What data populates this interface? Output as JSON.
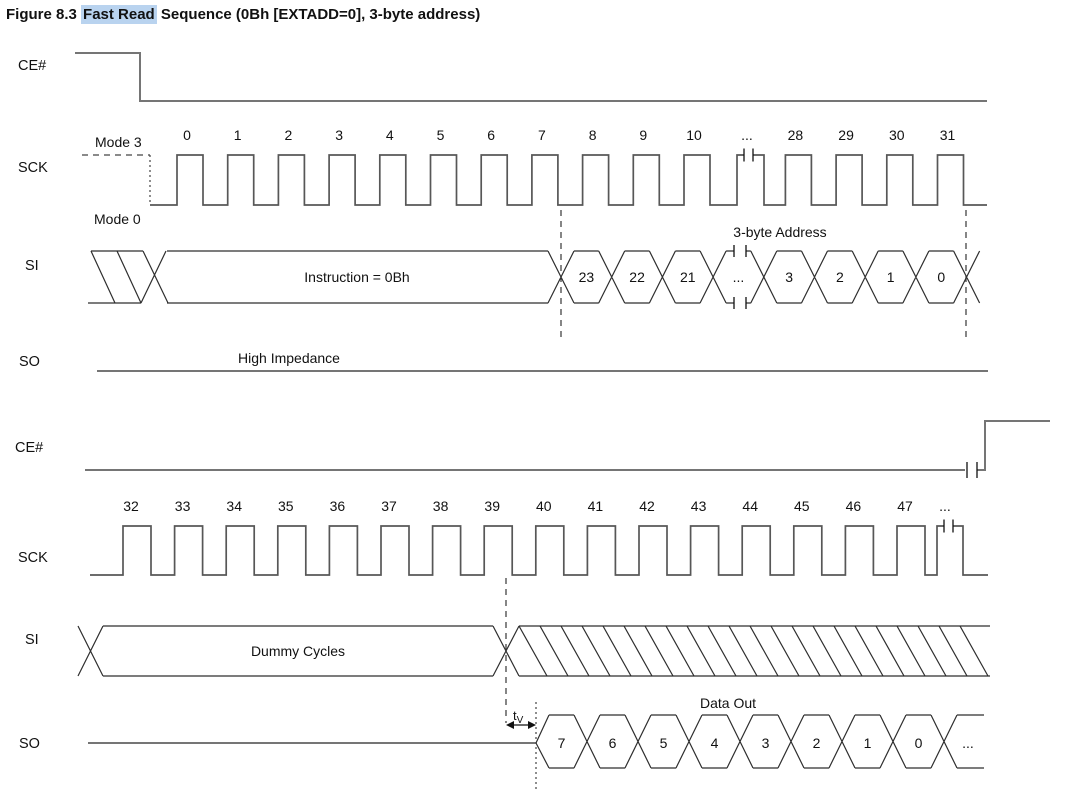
{
  "title": {
    "prefix": "Figure 8.3 ",
    "highlight": "Fast Read",
    "suffix": " Sequence (0Bh [EXTADD=0], 3-byte address)"
  },
  "colors": {
    "highlight_bg": "#b9d3ef",
    "waveform_gray": "#757575",
    "clock_gray": "#575757",
    "bus_black": "#2e2e2e",
    "text": "#111111"
  },
  "upper": {
    "ce_label": "CE#",
    "sck_label": "SCK",
    "si_label": "SI",
    "so_label": "SO",
    "mode3": "Mode 3",
    "mode0": "Mode 0",
    "clock_numbers": [
      "0",
      "1",
      "2",
      "3",
      "4",
      "5",
      "6",
      "7",
      "8",
      "9",
      "10",
      "...",
      "28",
      "29",
      "30",
      "31"
    ],
    "instruction": "Instruction = 0Bh",
    "address_title": "3-byte Address",
    "address_bits": [
      "23",
      "22",
      "21",
      "...",
      "3",
      "2",
      "1",
      "0"
    ],
    "so_text": "High Impedance"
  },
  "lower": {
    "ce_label": "CE#",
    "sck_label": "SCK",
    "si_label": "SI",
    "so_label": "SO",
    "clock_numbers": [
      "32",
      "33",
      "34",
      "35",
      "36",
      "37",
      "38",
      "39",
      "40",
      "41",
      "42",
      "43",
      "44",
      "45",
      "46",
      "47",
      "..."
    ],
    "si_text": "Dummy Cycles",
    "data_title": "Data Out",
    "data_bits": [
      "7",
      "6",
      "5",
      "4",
      "3",
      "2",
      "1",
      "0",
      "..."
    ],
    "tv_base": "t",
    "tv_sub": "V"
  }
}
